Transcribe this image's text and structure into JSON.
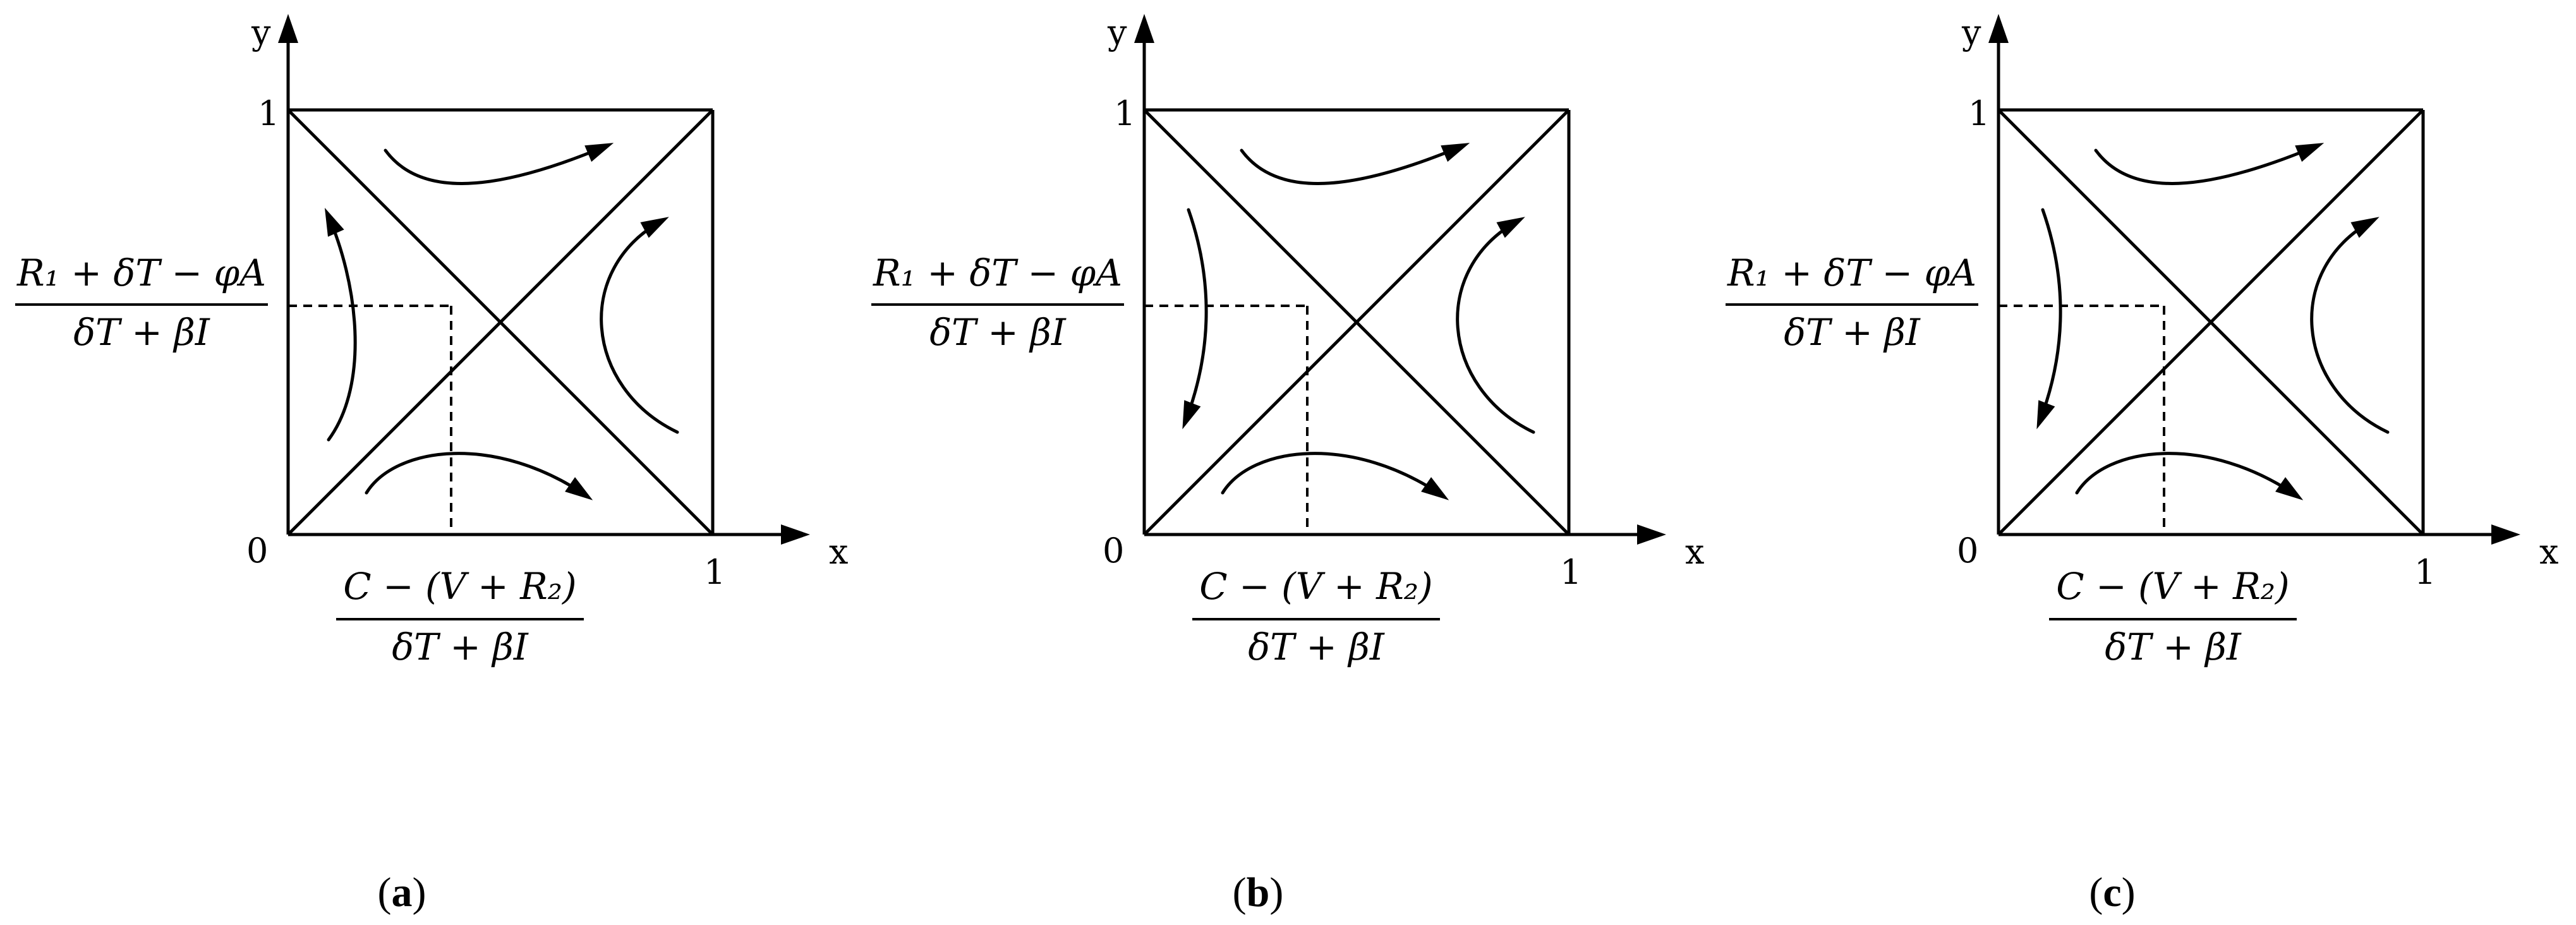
{
  "axes": {
    "x_label": "x",
    "y_label": "y",
    "origin_label": "0",
    "x_max_label": "1",
    "y_max_label": "1"
  },
  "equilibrium": {
    "y_numerator": "R₁ + δT − φA",
    "y_denominator": "δT + βI",
    "x_numerator": "C − (V + R₂)",
    "x_denominator": "δT + βI"
  },
  "panels": [
    {
      "id": "a",
      "caption": "a",
      "left_flow": "up"
    },
    {
      "id": "b",
      "caption": "b",
      "left_flow": "down"
    },
    {
      "id": "c",
      "caption": "c",
      "left_flow": "down"
    }
  ],
  "colors": {
    "ink": "#000000",
    "background": "#ffffff"
  }
}
